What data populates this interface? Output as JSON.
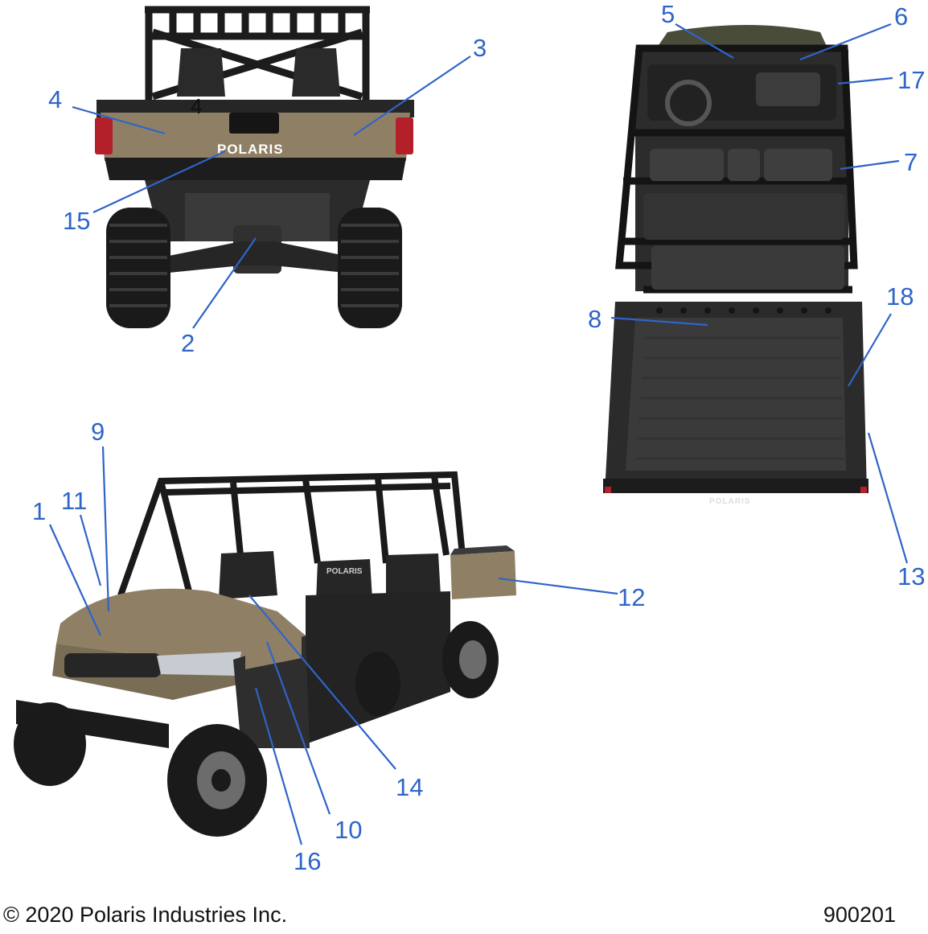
{
  "callouts": {
    "c1": "1",
    "c2": "2",
    "c3": "3",
    "c4": "4",
    "c4b": "4",
    "c5": "5",
    "c6": "6",
    "c7": "7",
    "c8": "8",
    "c9": "9",
    "c10": "10",
    "c11": "11",
    "c12": "12",
    "c13": "13",
    "c14": "14",
    "c15": "15",
    "c16": "16",
    "c17": "17",
    "c18": "18"
  },
  "decals": {
    "rear_brand": "POLARIS",
    "bed_brand": "POLARIS",
    "seat_brand": "POLARIS"
  },
  "footer": {
    "copyright": "© 2020 Polaris Industries Inc.",
    "figure_id": "900201"
  },
  "colors": {
    "callout": "#2f64c8",
    "body_tan": "#8f8065",
    "plastic": "#222222",
    "taillight": "#b3202a"
  }
}
